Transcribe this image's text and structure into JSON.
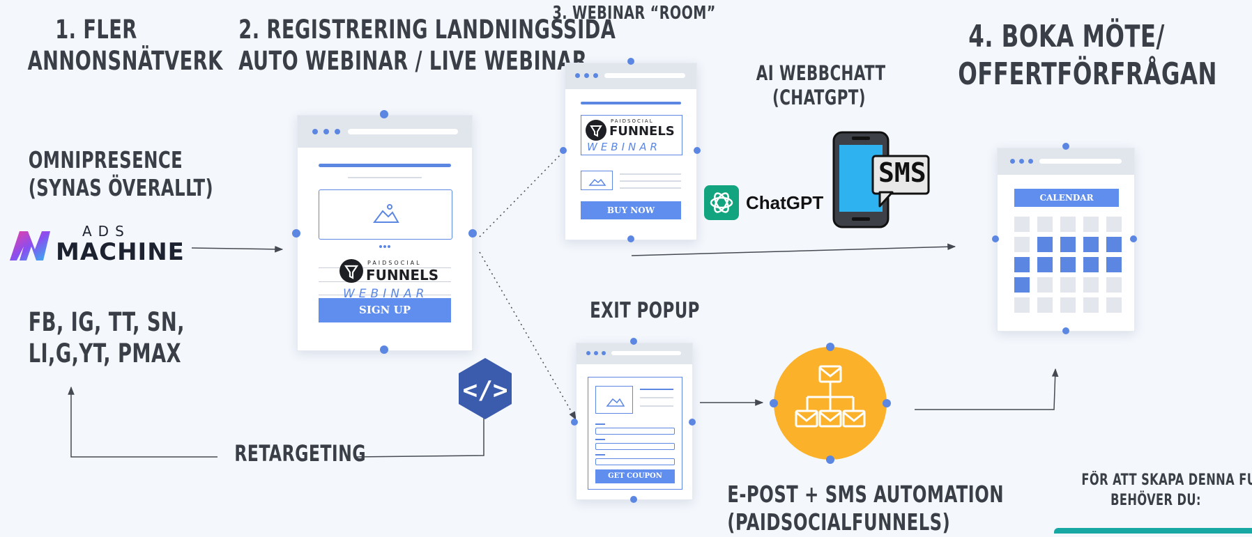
{
  "stages": {
    "s1_title": "1. FLER\nANNONSNÄTVERK",
    "s2_title": "2. REGISTRERING LANDNINGSSIDA\nAUTO WEBINAR / LIVE WEBINAR",
    "s3_title": "3. WEBINAR “ROOM”",
    "s4_title": "4. BOKA MÖTE/\nOFFERTFÖRFRÅGAN"
  },
  "left": {
    "omni": "OMNIPRESENCE\n(SYNAS ÖVERALLT)",
    "ads_top": "ADS",
    "ads_bottom": "MACHINE",
    "networks": "FB, IG, TT, SN,\nLI,G,YT, PMAX",
    "retargeting": "RETARGETING"
  },
  "landing": {
    "brand_top": "PAIDSOCIAL",
    "brand_mid": "FUNNELS",
    "brand_bot": "WEBINAR",
    "button": "SIGN UP"
  },
  "webinar_room": {
    "brand_top": "PAIDSOCIAL",
    "brand_mid": "FUNNELS",
    "brand_bot": "WEBINAR",
    "button": "BUY NOW"
  },
  "chat": {
    "title": "AI WEBBCHATT\n(CHATGPT)",
    "chatgpt": "ChatGPT",
    "sms": "SMS"
  },
  "exit": {
    "title": "EXIT POPUP",
    "button": "GET COUPON"
  },
  "automation": {
    "title": "E-POST + SMS AUTOMATION\n(PAIDSOCIALFUNNELS)"
  },
  "calendar": {
    "label": "CALENDAR"
  },
  "footer": {
    "note": "FÖR ATT SKAPA DENNA FUNNEL\nBEHÖVER DU:"
  },
  "colors": {
    "accent": "#5b87e3",
    "orange": "#fbb129",
    "text": "#3a3f47",
    "teal": "#17a8a3"
  },
  "code_icon": "code-icon"
}
